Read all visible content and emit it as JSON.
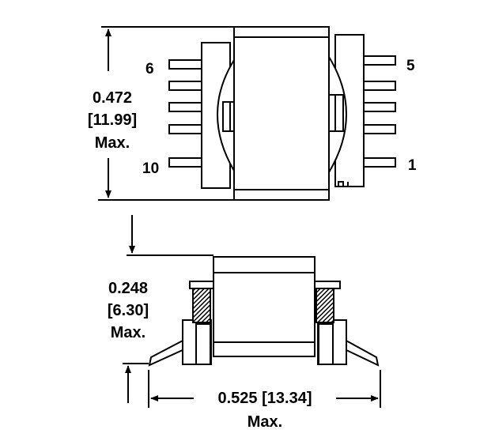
{
  "top_view": {
    "pin_labels": {
      "top_left": "6",
      "bottom_left": "10",
      "top_right": "5",
      "bottom_right": "1"
    },
    "height_dimension": {
      "inches": "0.472",
      "mm": "[11.99]",
      "note": "Max."
    }
  },
  "side_view": {
    "height_dimension": {
      "inches": "0.248",
      "mm": "[6.30]",
      "note": "Max."
    },
    "width_dimension": {
      "text": "0.525 [13.34]",
      "note": "Max."
    }
  },
  "colors": {
    "line": "#000000",
    "background": "#ffffff"
  }
}
